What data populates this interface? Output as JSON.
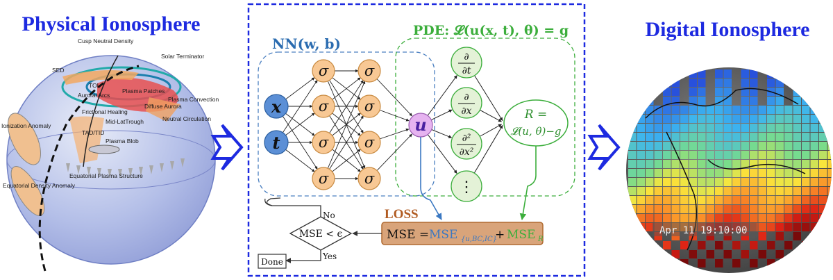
{
  "left_panel": {
    "title": "Physical Ionosphere",
    "labels": {
      "cusp": "Cusp Neutral Density",
      "solar": "Solar Terminator",
      "sed": "SED",
      "toi": "TOI",
      "patches": "Plasma Patches",
      "auroral": "Auroral Arcs",
      "diffuse": "Diffuse Aurora",
      "convection": "Plasma Convection",
      "frictional": "Frictional Healing",
      "midlat": "Mid-LatTrough",
      "neutral": "Neutral Circulation",
      "ionization": "Ionization Anomaly",
      "tad": "TAD/TID",
      "blob": "Plasma Blob",
      "eq_structure": "Equatorial Plasma Structure",
      "eq_density": "Equatorial Density Anomaly"
    }
  },
  "center_panel": {
    "nn_label": "NN(w, b)",
    "pde_label": "PDE: 𝓛(u(x, t), θ) = g",
    "input_x": "x",
    "input_t": "t",
    "sigma": "σ",
    "output_u": "u",
    "deriv_t_num": "∂",
    "deriv_t_den": "∂t",
    "deriv_x_num": "∂",
    "deriv_x_den": "∂x",
    "deriv_xx_num": "∂²",
    "deriv_xx_den": "∂x²",
    "deriv_more": "⋮",
    "residual_top": "R =",
    "residual_bottom": "𝓛(u, θ)−g",
    "loss_title": "LOSS",
    "mse_lhs": "MSE =",
    "mse_term1": "MSE",
    "mse_term1_sub": "{u,BC,IC}",
    "mse_plus": "+",
    "mse_term2": "MSE",
    "mse_term2_sub": "R",
    "decision": "MSE < ϵ",
    "no": "No",
    "yes": "Yes",
    "done": "Done"
  },
  "right_panel": {
    "title": "Digital Ionosphere",
    "timestamp": "Apr 11 19:10:00"
  },
  "colors": {
    "title_blue": "#1d2ae0",
    "nn_blue": "#2b6cb0",
    "pde_green": "#3cae3c",
    "loss_brown": "#b05a20",
    "sigma_fill": "#f8c894",
    "input_fill": "#5b8fd6",
    "u_fill": "#e6b3f0",
    "deriv_fill": "#e4f2d7"
  }
}
